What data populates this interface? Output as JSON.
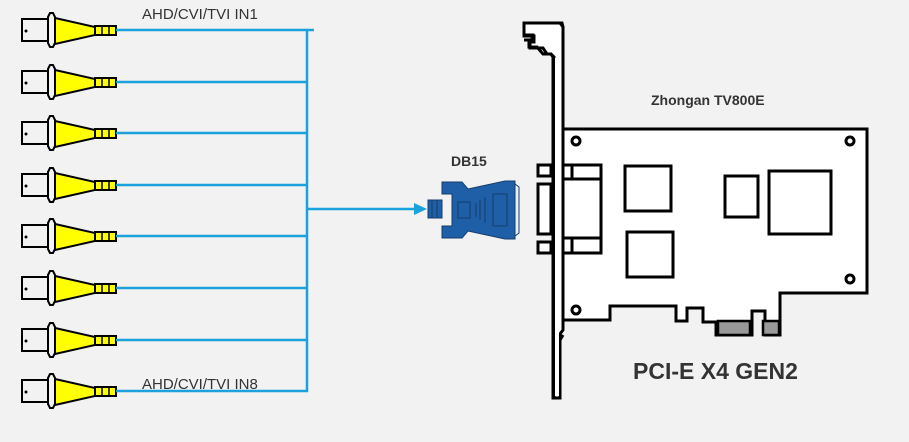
{
  "diagram": {
    "title": "8-channel AHD/CVI/TVI capture card connection diagram",
    "inputs": {
      "count": 8,
      "first_label": "AHD/CVI/TVI IN1",
      "last_label": "AHD/CVI/TVI IN8",
      "connector_icon": "bnc-connector-icon",
      "cable_color": "#1ba1dc",
      "connector_color": "#ffff00"
    },
    "connector": {
      "label": "DB15",
      "icon": "db15-plug-icon",
      "color": "#1f5fa8"
    },
    "card": {
      "name": "Zhongan TV800E",
      "bus": "PCI-E X4 GEN2",
      "contact_color": "#999999"
    }
  }
}
